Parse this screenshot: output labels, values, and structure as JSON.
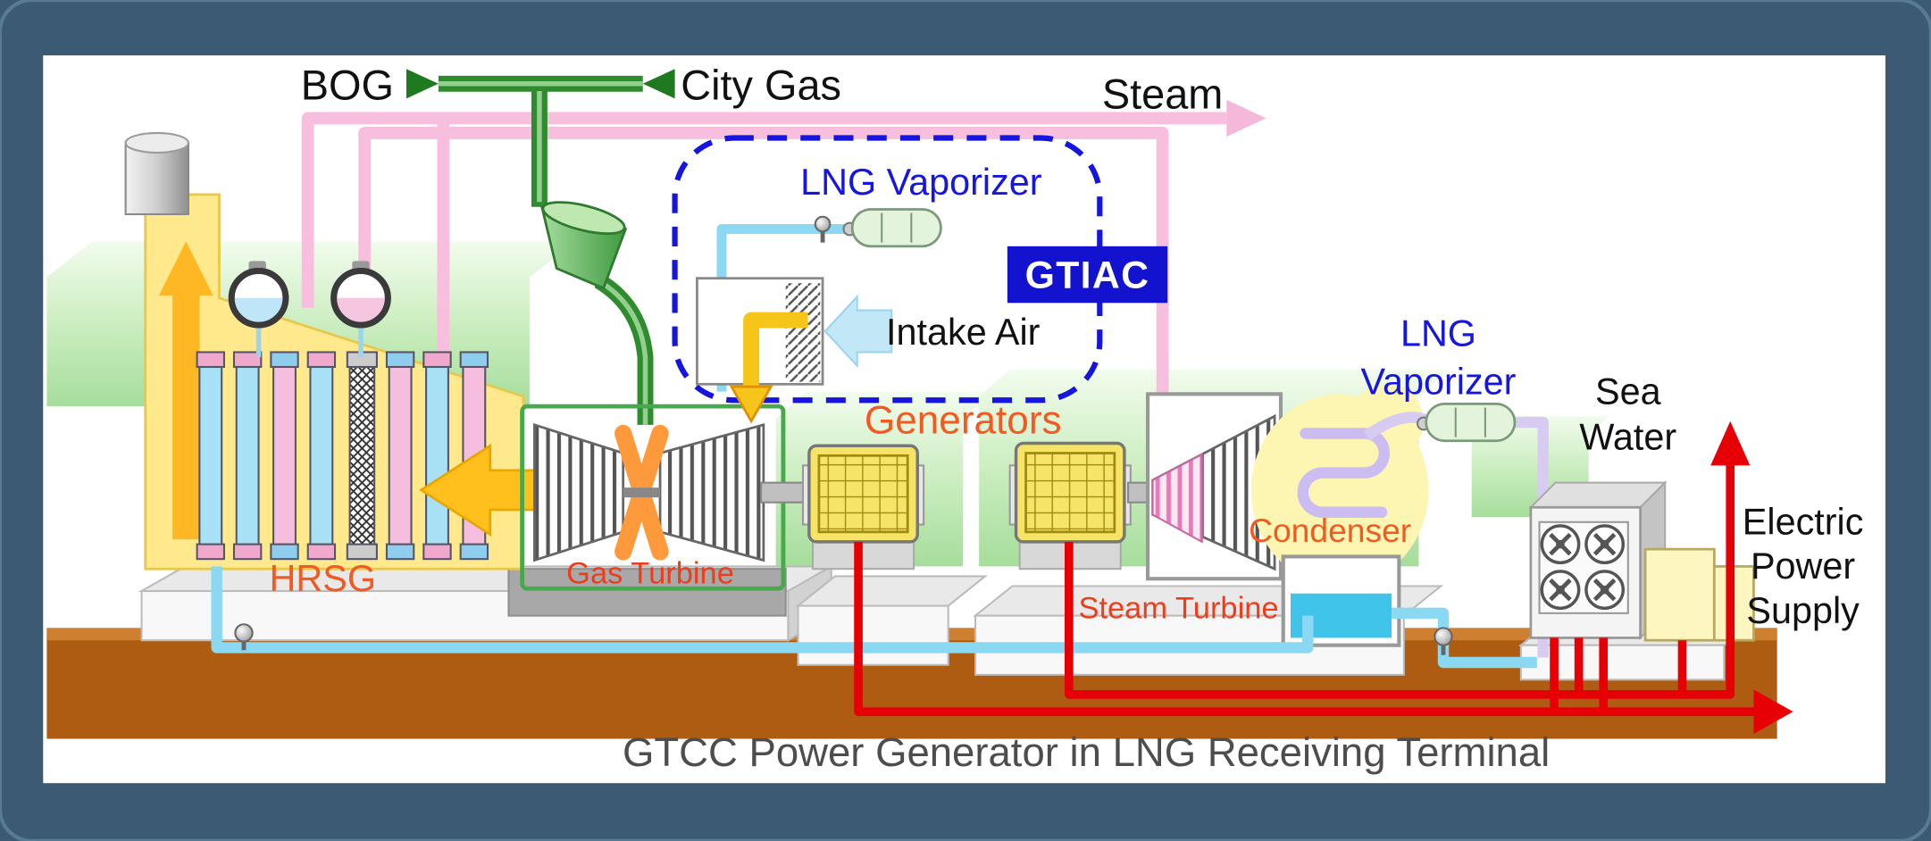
{
  "title": "GTCC Power Generator in LNG Receiving Terminal",
  "flows": {
    "bog": "BOG",
    "city_gas": "City Gas",
    "steam": "Steam",
    "intake_air": "Intake Air",
    "sea_water": [
      "Sea",
      "Water"
    ],
    "electric_power_supply": [
      "Electric",
      "Power",
      "Supply"
    ]
  },
  "equipment": {
    "lng_vaporizer_top": "LNG Vaporizer",
    "gtiac": "GTIAC",
    "lng_vaporizer_right": [
      "LNG",
      "Vaporizer"
    ],
    "generators": "Generators",
    "hrsg": "HRSG",
    "gas_turbine": "Gas Turbine",
    "steam_turbine": "Steam Turbine",
    "condenser": "Condenser"
  },
  "colors": {
    "background": "#3c5a73",
    "canvas": "#ffffff",
    "gas_pipe_green": "#2e8b2e",
    "steam_pipe_pink": "#f7bede",
    "water_pipe_blue": "#8ad8f2",
    "lng_pipe_lavender": "#d8cbf2",
    "hot_gas_yellow": "#f6c51a",
    "electric_red": "#e60005",
    "label_orange": "#f15a22",
    "label_red": "#ee3d1c",
    "label_blue": "#1616e0",
    "gtiac_badge_blue": "#1313cf",
    "floor_brown": "#ad5c12"
  }
}
